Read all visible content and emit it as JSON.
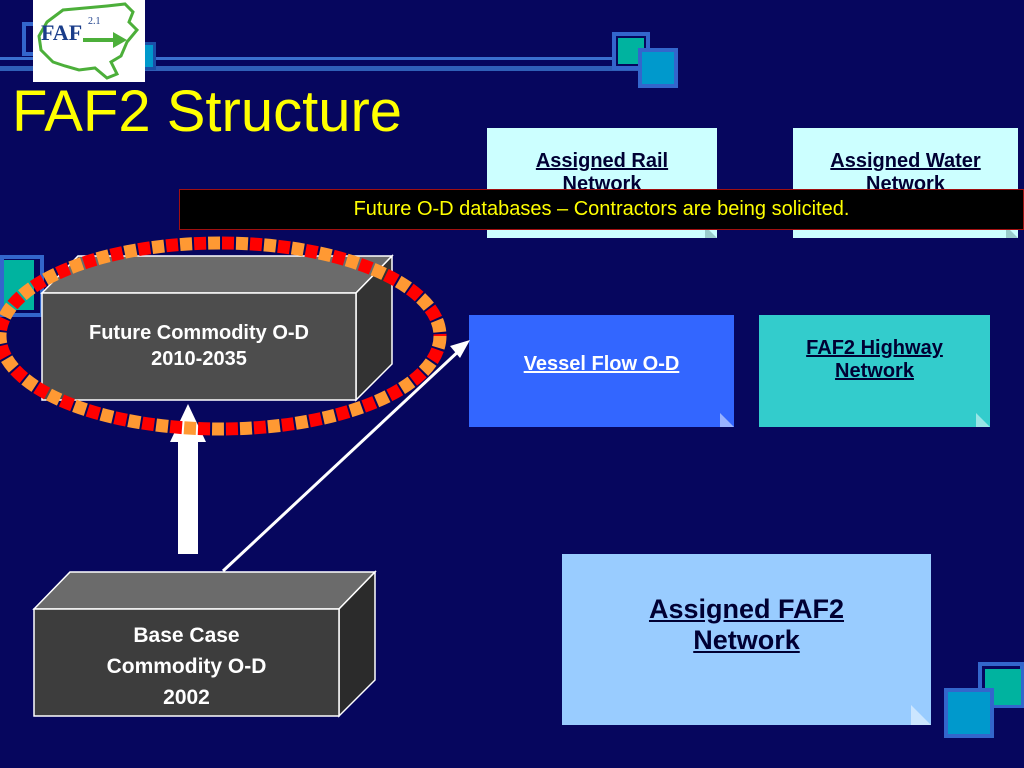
{
  "slide": {
    "title": "FAF2 Structure",
    "logo_text": "FAF",
    "logo_superscript": "2.1",
    "banner": "Future O-D databases – Contractors are being solicited."
  },
  "notes": {
    "rail": {
      "line1": "Assigned Rail",
      "line2": "Network"
    },
    "water": {
      "line1": "Assigned Water",
      "line2": "Network"
    },
    "vessel": {
      "label": "Vessel Flow O-D"
    },
    "highway": {
      "line1": "FAF2 Highway",
      "line2": "Network"
    },
    "assigned": {
      "line1": "Assigned FAF2",
      "line2": "Network"
    }
  },
  "boxes": {
    "future": {
      "line1": "Future Commodity O-D",
      "line2": "2010-2035"
    },
    "base": {
      "line1": "Base Case",
      "line2": "Commodity O-D",
      "line3": "2002"
    }
  },
  "colors": {
    "background": "#06065e",
    "title": "#ffff00",
    "banner_bg": "#000000",
    "banner_text": "#ffff00",
    "note_light_cyan": "#ccffff",
    "note_blue": "#3366ff",
    "note_teal": "#33cccc",
    "note_light_blue": "#99ccff",
    "box_face": "#4d4d4d",
    "box_top": "#6b6b6b",
    "box_side": "#333333",
    "dash_red": "#ff0000",
    "dash_orange": "#ff9933",
    "deco_teal": "#00a99d",
    "deco_blue": "#0099cc",
    "deco_line": "#3366cc"
  }
}
